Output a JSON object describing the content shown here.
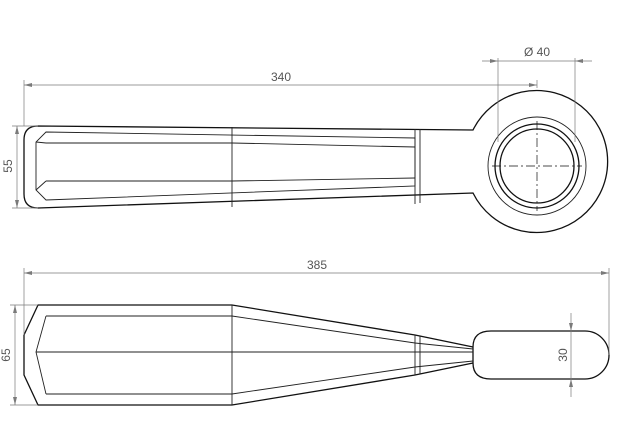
{
  "dimensions": {
    "top_length": "340",
    "diameter": "Ø 40",
    "top_height": "55",
    "bottom_length": "385",
    "bottom_height": "65",
    "bottom_thickness": "30"
  },
  "colors": {
    "outline": "#111111",
    "dimension": "#7a7a7a",
    "text": "#555555"
  }
}
